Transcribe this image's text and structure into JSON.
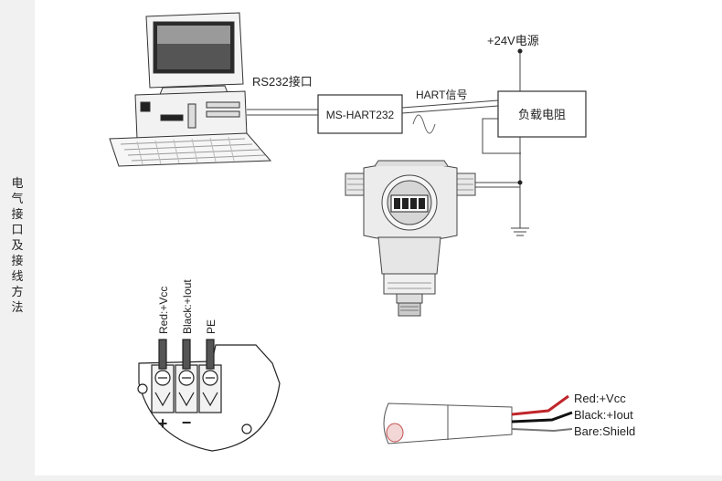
{
  "sidebar": {
    "title": "电气接口及接线方法"
  },
  "diagram": {
    "rs232_label": "RS232接口",
    "converter_label": "MS-HART232",
    "hart_signal_label": "HART信号",
    "power_label": "+24V电源",
    "load_label": "负载电阻"
  },
  "terminal": {
    "wire_labels": [
      "Red:+Vcc",
      "Black:+Iout",
      "PE"
    ],
    "plus_sign": "+",
    "minus_sign": "−"
  },
  "cable": {
    "wires": [
      {
        "label": "Red:+Vcc",
        "color": "#c0262b"
      },
      {
        "label": "Black:+Iout",
        "color": "#111111"
      },
      {
        "label": "Bare:Shield",
        "color": "#777777"
      }
    ]
  }
}
